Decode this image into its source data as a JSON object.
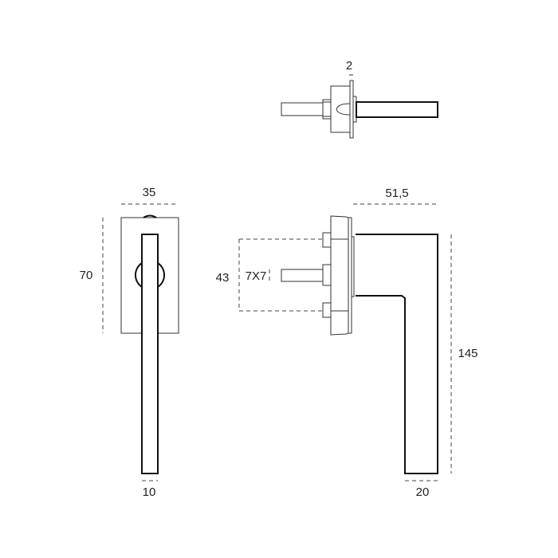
{
  "drawing": {
    "subject": "window handle technical drawing",
    "views": {
      "top": {
        "dimensions": {
          "thickness": "2"
        }
      },
      "front": {
        "dimensions": {
          "rosette_width": "35",
          "rosette_height": "70",
          "lever_width": "10"
        }
      },
      "side": {
        "dimensions": {
          "screw_spacing": "43",
          "spindle": "7X7",
          "projection": "51,5",
          "length": "145",
          "lever_width": "20"
        }
      }
    },
    "colors": {
      "line": "#111111",
      "thin_line": "#333333",
      "background": "#ffffff"
    }
  }
}
